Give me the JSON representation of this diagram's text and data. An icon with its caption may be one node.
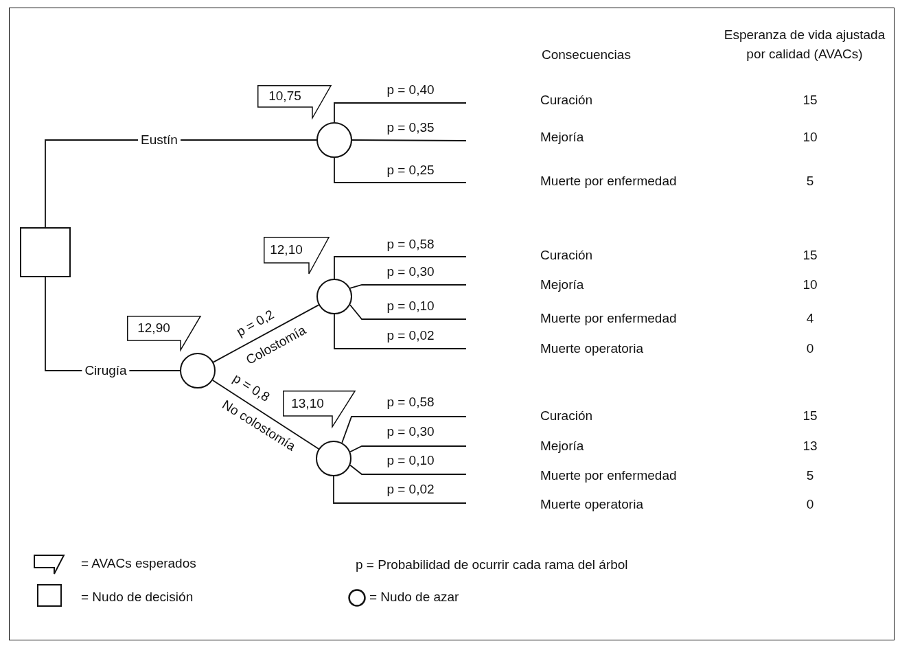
{
  "diagram": {
    "nodes": [
      {
        "text": [],
        "shape": "box"
      },
      {
        "text": [
          "10,75"
        ]
      },
      {
        "text": [],
        "shape": "circle"
      },
      {
        "text": [
          "12,10"
        ]
      },
      {
        "text": [],
        "shape": "circle"
      },
      {
        "text": [
          "12,90"
        ]
      },
      {
        "text": [],
        "shape": "circle"
      },
      {
        "text": [
          "13,10"
        ]
      },
      {
        "text": [],
        "shape": "circle"
      }
    ],
    "edges": [
      {
        "from": 0,
        "to": 2,
        "arrow": "none",
        "label": "Eustín"
      },
      {
        "from": 0,
        "to": 6,
        "arrow": "none",
        "label": "Cirugía"
      },
      {
        "from": 6,
        "to": 4,
        "arrow": "none",
        "label": "p = 0,2"
      },
      {
        "from": 6,
        "to": 8,
        "arrow": "none",
        "label": "p = 0,8"
      },
      {
        "from": 2,
        "to": null,
        "arrow": "none",
        "label": "p = 0,40"
      },
      {
        "from": 2,
        "to": null,
        "arrow": "none",
        "label": "p = 0,35"
      },
      {
        "from": 2,
        "to": null,
        "arrow": "none",
        "label": "p = 0,25"
      },
      {
        "from": 4,
        "to": null,
        "arrow": "none",
        "label": "p = 0,58"
      },
      {
        "from": 4,
        "to": null,
        "arrow": "none",
        "label": "p = 0,30"
      },
      {
        "from": 4,
        "to": null,
        "arrow": "none",
        "label": "p = 0,10"
      },
      {
        "from": 4,
        "to": null,
        "arrow": "none",
        "label": "p = 0,02"
      },
      {
        "from": 8,
        "to": null,
        "arrow": "none",
        "label": "p = 0,58"
      },
      {
        "from": 8,
        "to": null,
        "arrow": "none",
        "label": "p = 0,30"
      },
      {
        "from": 8,
        "to": null,
        "arrow": "none",
        "label": "p = 0,10"
      },
      {
        "from": 8,
        "to": null,
        "arrow": "none",
        "label": "p = 0,02"
      }
    ],
    "labels": [
      "Consecuencias",
      "Esperanza de vida ajustada por calidad (AVACs)",
      "Curación",
      "15",
      "Mejoría",
      "10",
      "Muerte por enfermedad",
      "5",
      "Curación",
      "15",
      "Mejoría",
      "10",
      "Muerte por enfermedad",
      "4",
      "Muerte operatoria",
      "0",
      "Curación",
      "15",
      "Mejoría",
      "13",
      "Muerte por enfermedad",
      "5",
      "Muerte operatoria",
      "0",
      "Colostomía",
      "No colostomía",
      "p = Probabilidad de ocurrir cada rama del árbol"
    ],
    "legend": [
      {
        "text": "= AVACs esperados"
      },
      {
        "text": "= Nudo de decisión"
      },
      {
        "text": "= Nudo de azar"
      }
    ]
  }
}
